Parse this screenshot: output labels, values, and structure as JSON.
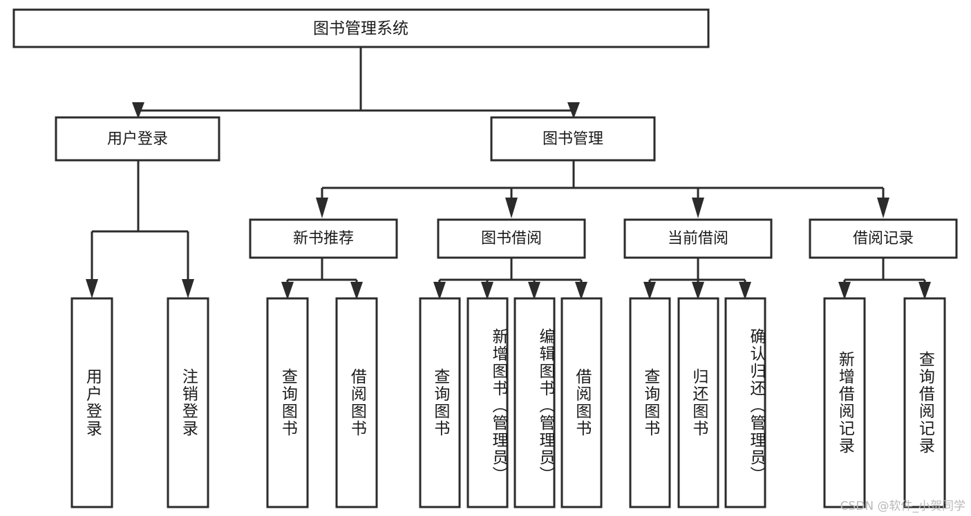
{
  "diagram": {
    "type": "tree",
    "title": "图书管理系统",
    "watermark": "CSDN @软件_小贺同学",
    "root": {
      "id": "root",
      "label": "图书管理系统"
    },
    "level2": [
      {
        "id": "user-login",
        "label": "用户登录"
      },
      {
        "id": "book-manage",
        "label": "图书管理"
      }
    ],
    "level3": [
      {
        "id": "new-book-recommend",
        "label": "新书推荐",
        "parent": "book-manage"
      },
      {
        "id": "book-borrow",
        "label": "图书借阅",
        "parent": "book-manage"
      },
      {
        "id": "current-borrow",
        "label": "当前借阅",
        "parent": "book-manage"
      },
      {
        "id": "borrow-record",
        "label": "借阅记录",
        "parent": "book-manage"
      }
    ],
    "leaves": {
      "user-login": [
        {
          "id": "leaf-user-login",
          "label": "用户登录"
        },
        {
          "id": "leaf-user-logout",
          "label": "注销登录"
        }
      ],
      "new-book-recommend": [
        {
          "id": "leaf-query-book-1",
          "label": "查询图书"
        },
        {
          "id": "leaf-borrow-book-1",
          "label": "借阅图书"
        }
      ],
      "book-borrow": [
        {
          "id": "leaf-query-book-2",
          "label": "查询图书"
        },
        {
          "id": "leaf-add-book",
          "label": "新增图书（管理员）"
        },
        {
          "id": "leaf-edit-book",
          "label": "编辑图书（管理员）"
        },
        {
          "id": "leaf-borrow-book-2",
          "label": "借阅图书"
        }
      ],
      "current-borrow": [
        {
          "id": "leaf-query-book-3",
          "label": "查询图书"
        },
        {
          "id": "leaf-return-book",
          "label": "归还图书"
        },
        {
          "id": "leaf-confirm-return",
          "label": "确认归还（管理员）"
        }
      ],
      "borrow-record": [
        {
          "id": "leaf-add-record",
          "label": "新增借阅记录"
        },
        {
          "id": "leaf-query-record",
          "label": "查询借阅记录"
        }
      ]
    },
    "colors": {
      "stroke": "#2b2b2b",
      "fill": "#ffffff",
      "text": "#1a1a1a",
      "watermark": "#b9b9b9"
    }
  }
}
